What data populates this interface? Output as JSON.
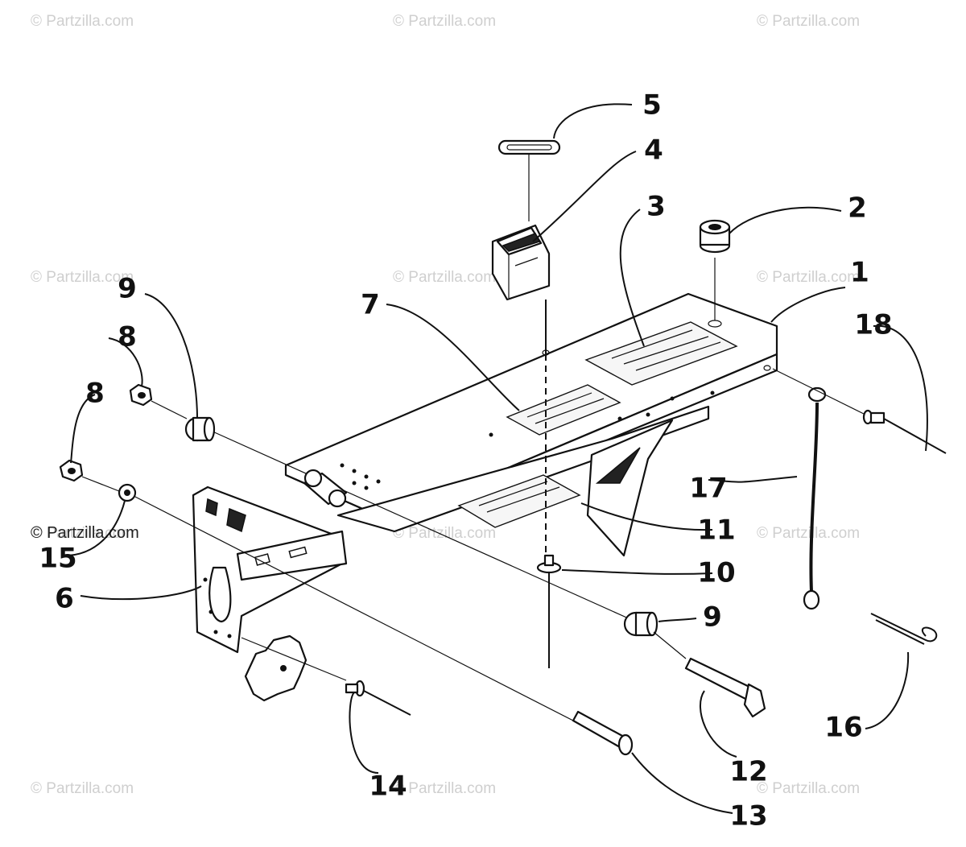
{
  "watermarks": {
    "row_top": [
      "© Partzilla.com",
      "© Partzilla.com",
      "© Partzilla.com"
    ],
    "row_mid": [
      "© Partzilla.com",
      "© Partzilla.com",
      "© Partzilla.com"
    ],
    "row_lower": [
      "© Partzilla.com",
      "© Partzilla.com",
      "© Partzilla.com"
    ],
    "row_bottom": [
      "© Partzilla.com",
      "© Partzilla.com",
      "© Partzilla.com"
    ],
    "left_dark": "© Partzilla.com"
  },
  "callouts": {
    "c1": "1",
    "c2": "2",
    "c3": "3",
    "c4": "4",
    "c5": "5",
    "c6": "6",
    "c7": "7",
    "c8a": "8",
    "c8b": "8",
    "c9a": "9",
    "c9b": "9",
    "c10": "10",
    "c11": "11",
    "c12": "12",
    "c13": "13",
    "c14": "14",
    "c15": "15",
    "c16": "16",
    "c17": "17",
    "c18": "18"
  }
}
